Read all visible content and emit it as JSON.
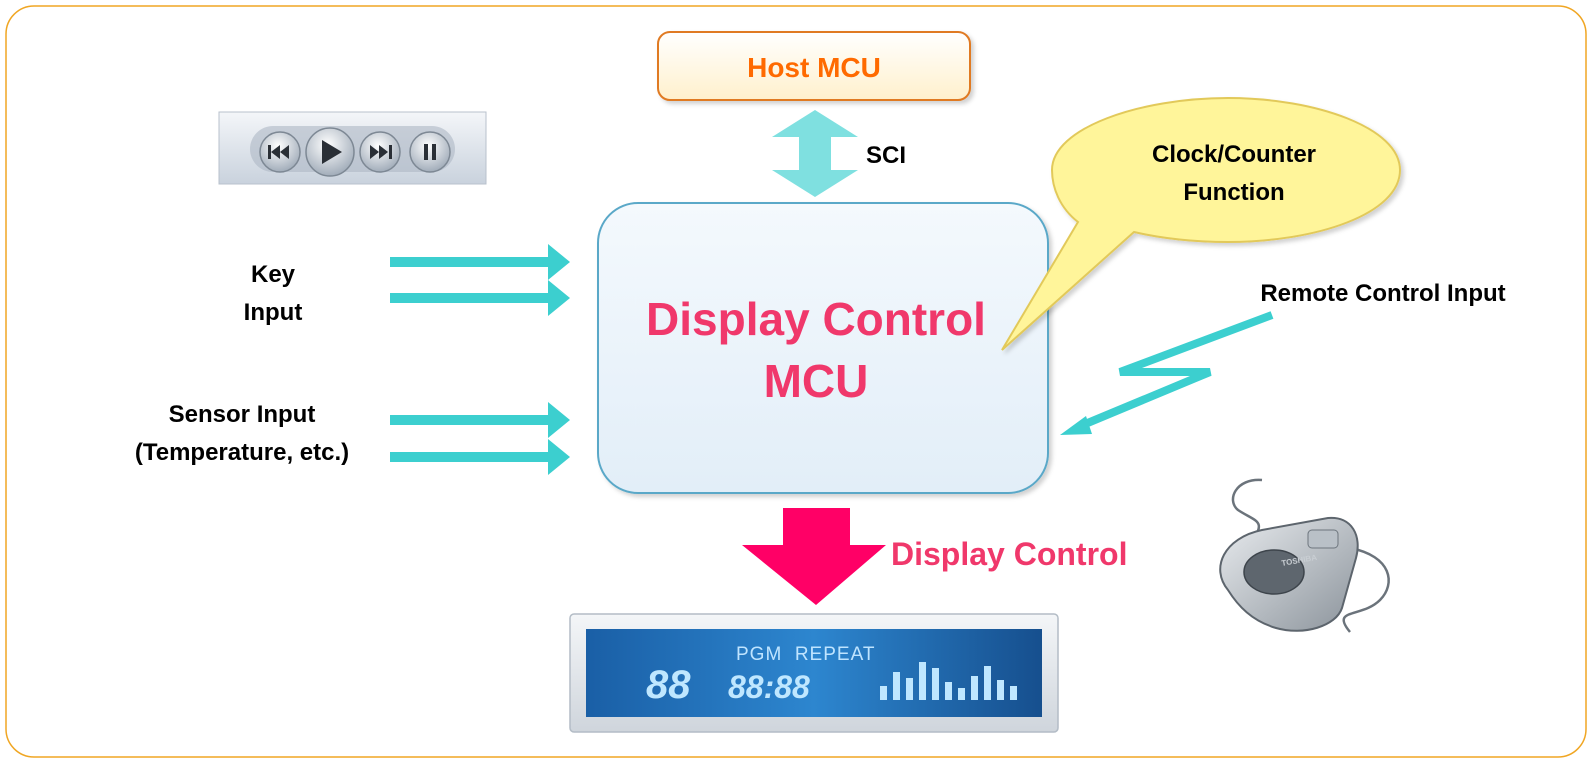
{
  "host": {
    "label": "Host MCU"
  },
  "sci": {
    "label": "SCI"
  },
  "mcu": {
    "line1": "Display Control",
    "line2": "MCU"
  },
  "callout": {
    "line1": "Clock/Counter",
    "line2": "Function"
  },
  "key_input": {
    "line1": "Key",
    "line2": "Input"
  },
  "sensor_input": {
    "line1": "Sensor Input",
    "line2": "(Temperature, etc.)"
  },
  "remote_input": {
    "label": "Remote Control Input"
  },
  "display_control": {
    "label": "Display Control"
  },
  "lcd": {
    "indicators": "PGM  REPEAT",
    "track": "88",
    "time": "88:88",
    "eq_levels": [
      0.35,
      0.7,
      0.55,
      0.95,
      0.8,
      0.45,
      0.3,
      0.6,
      0.85,
      0.5,
      0.35
    ]
  },
  "device": {
    "brand": "TOSHIBA"
  },
  "colors": {
    "frame": "#f0a623",
    "accent_pink": "#ff0066",
    "teal": "#3ccfcf",
    "mcu_fill": "#e8f2fa",
    "mcu_stroke": "#5aa8c8",
    "host_stroke": "#e07a20",
    "host_text": "#ff6a00",
    "callout_fill": "#fff59a",
    "callout_stroke": "#e2c95a",
    "lcd_blue": "#1e6fb8"
  }
}
